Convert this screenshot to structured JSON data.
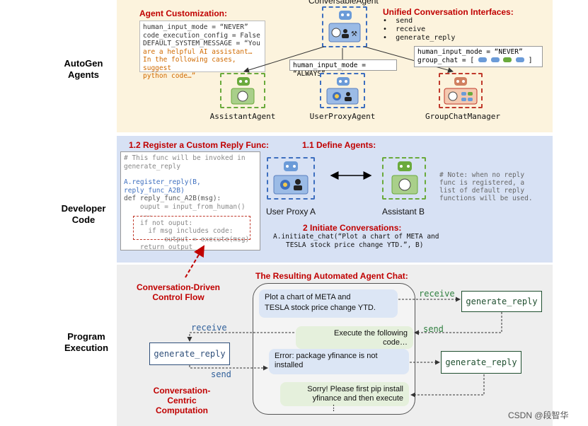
{
  "rows": {
    "autogen": "AutoGen\nAgents",
    "developer": "Developer\nCode",
    "execution": "Program\nExecution"
  },
  "top": {
    "conversable_title": "ConversableAgent",
    "customization_title": "Agent Customization:",
    "customization_code": [
      "human_input_mode = “NEVER”",
      "code_execution_config = False",
      "DEFAULT_SYSTEM_MESSAGE = “You",
      "are a helpful AI assistant…",
      "In the following cases, suggest",
      "python code…”"
    ],
    "unified_title": "Unified Conversation Interfaces:",
    "unified_items": [
      "send",
      "receive",
      "generate_reply"
    ],
    "always_callout": "human_input_mode = “ALWAYS”",
    "group_callout_1": "human_input_mode = “NEVER”",
    "group_callout_2": "group_chat = [",
    "agents": [
      "AssistantAgent",
      "UserProxyAgent",
      "GroupChatManager"
    ]
  },
  "dev": {
    "register_title": "1.2 Register a Custom Reply Func:",
    "define_title": "1.1 Define Agents:",
    "code_lines": [
      "# This func will be invoked in",
      "generate_reply",
      "",
      "A.register_reply(B,",
      "reply_func_A2B)",
      "def reply_func_A2B(msg):",
      "    ouput = input_from_human()",
      "    ...",
      "    if not ouput:",
      "      if msg includes code:",
      "          output = execute(msg)",
      "    return output"
    ],
    "user_proxy_label": "User Proxy A",
    "assistant_label": "Assistant B",
    "note_lines": [
      "# Note: when no reply",
      "func is registered, a",
      "list of default reply",
      "functions will be used."
    ],
    "initiate_title": "2 Initiate Conversations:",
    "initiate_code_1": "A.initiate_chat(“Plot a chart of META and",
    "initiate_code_2": "TESLA stock price change YTD.”, B)"
  },
  "exec": {
    "control_flow": "Conversation-Driven\nControl Flow",
    "computation": "Conversation-Centric\nComputation",
    "chat_title": "The Resulting Automated Agent Chat:",
    "msg1": "Plot a chart of META and\nTESLA stock price change YTD.",
    "msg2": "Execute the following\ncode…",
    "msg3": "Error: package yfinance is not\ninstalled",
    "msg4": "Sorry! Please first pip install\nyfinance and then execute",
    "ellipsis": "⋮",
    "generate_reply": "generate_reply",
    "receive": "receive",
    "send": "send"
  },
  "watermark": "CSDN @段智华",
  "colors": {
    "red": "#c00000",
    "blue_dashed": "#3e6fbf",
    "green_dashed": "#6aaa3c",
    "red_dashed": "#c0392b"
  }
}
